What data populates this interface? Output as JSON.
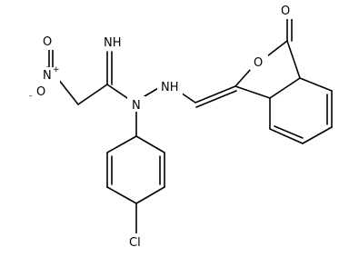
{
  "structure": {
    "atom_labels": {
      "imine": "NH",
      "nitro_n": "N",
      "nitro_charge_plus": "+",
      "nitro_o_minus": "O",
      "nitro_charge_minus": "-",
      "nitro_o_double": "O",
      "hydrazide_n": "N",
      "hydrazide_nh": "NH",
      "ring_o": "O",
      "carbonyl_o": "O",
      "chlorine": "Cl"
    }
  }
}
